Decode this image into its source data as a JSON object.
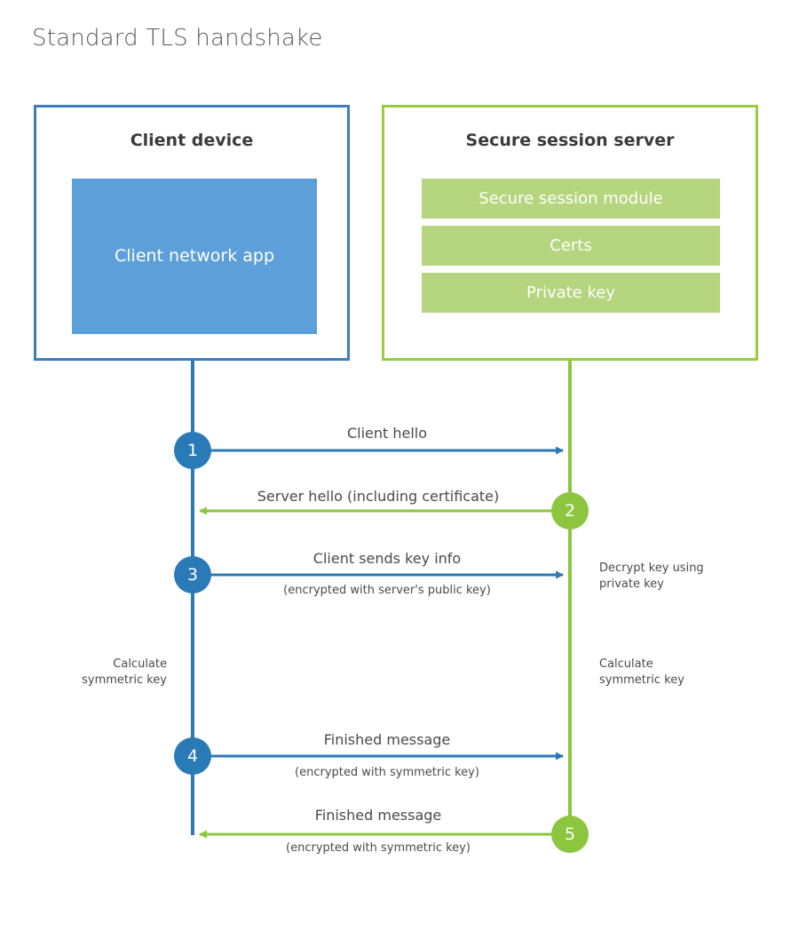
{
  "title": "Standard TLS handshake",
  "parties": {
    "client": {
      "title": "Client device",
      "app_label": "Client network app",
      "border_color": "#3a7cbe",
      "app_fill_color": "#5d9fd8"
    },
    "server": {
      "title": "Secure session server",
      "border_color": "#9acb3e",
      "bar_fill_color": "#b5d57e",
      "components": [
        {
          "label": "Secure session module"
        },
        {
          "label": "Certs"
        },
        {
          "label": "Private key"
        }
      ]
    }
  },
  "colors": {
    "client_accent": "#2a7ab8",
    "server_accent": "#8cc63e",
    "text": "#4a4a4a",
    "title_text": "#5a5a5a"
  },
  "steps": [
    {
      "number": "1",
      "label": "Client hello",
      "sublabel": "",
      "direction": "client-to-server",
      "origin": "client"
    },
    {
      "number": "2",
      "label": "Server hello (including certificate)",
      "sublabel": "",
      "direction": "server-to-client",
      "origin": "server"
    },
    {
      "number": "3",
      "label": "Client sends key info",
      "sublabel": "(encrypted with server's public key)",
      "direction": "client-to-server",
      "origin": "client"
    },
    {
      "number": "4",
      "label": "Finished message",
      "sublabel": "(encrypted with symmetric key)",
      "direction": "client-to-server",
      "origin": "client"
    },
    {
      "number": "5",
      "label": "Finished message",
      "sublabel": "(encrypted with symmetric key)",
      "direction": "server-to-client",
      "origin": "server"
    }
  ],
  "annotations": {
    "server_decrypt": "Decrypt key using\nprivate key",
    "client_calculate": "Calculate\nsymmetric key",
    "server_calculate": "Calculate\nsymmetric key"
  }
}
